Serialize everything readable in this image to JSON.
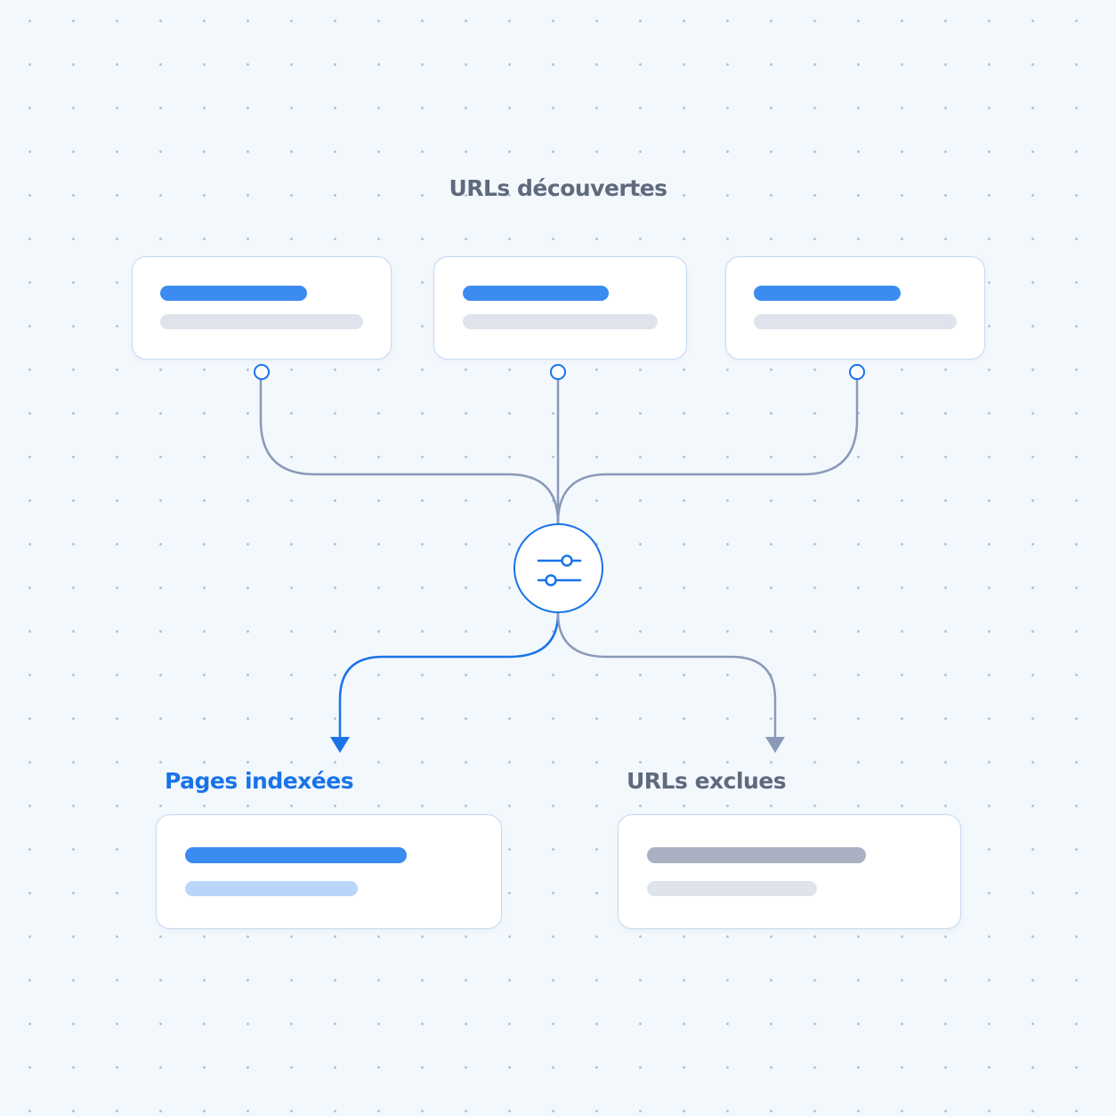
{
  "labels": {
    "source": "URLs découvertes",
    "indexed": "Pages indexées",
    "excluded": "URLs exclues"
  },
  "icons": {
    "filter": "sliders-icon",
    "connector_node": "circle-node-icon",
    "arrow": "arrow-down-icon"
  },
  "colors": {
    "accent": "#1a73e8",
    "accent_bar": "#3b8bf0",
    "muted_text": "#5f6a7c",
    "connector": "#8a9ab8",
    "card_border": "#c6d9f1"
  }
}
